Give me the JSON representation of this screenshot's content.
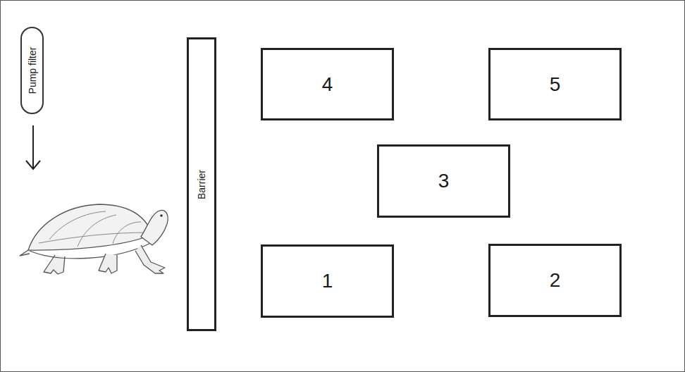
{
  "diagram": {
    "nodes": [
      {
        "text": [
          "Pump filter"
        ]
      },
      {
        "text": [
          "Barrier"
        ]
      },
      {
        "text": [
          "4"
        ]
      },
      {
        "text": [
          "5"
        ]
      },
      {
        "text": [
          "3"
        ]
      },
      {
        "text": [
          "1"
        ]
      },
      {
        "text": [
          "2"
        ]
      }
    ]
  }
}
